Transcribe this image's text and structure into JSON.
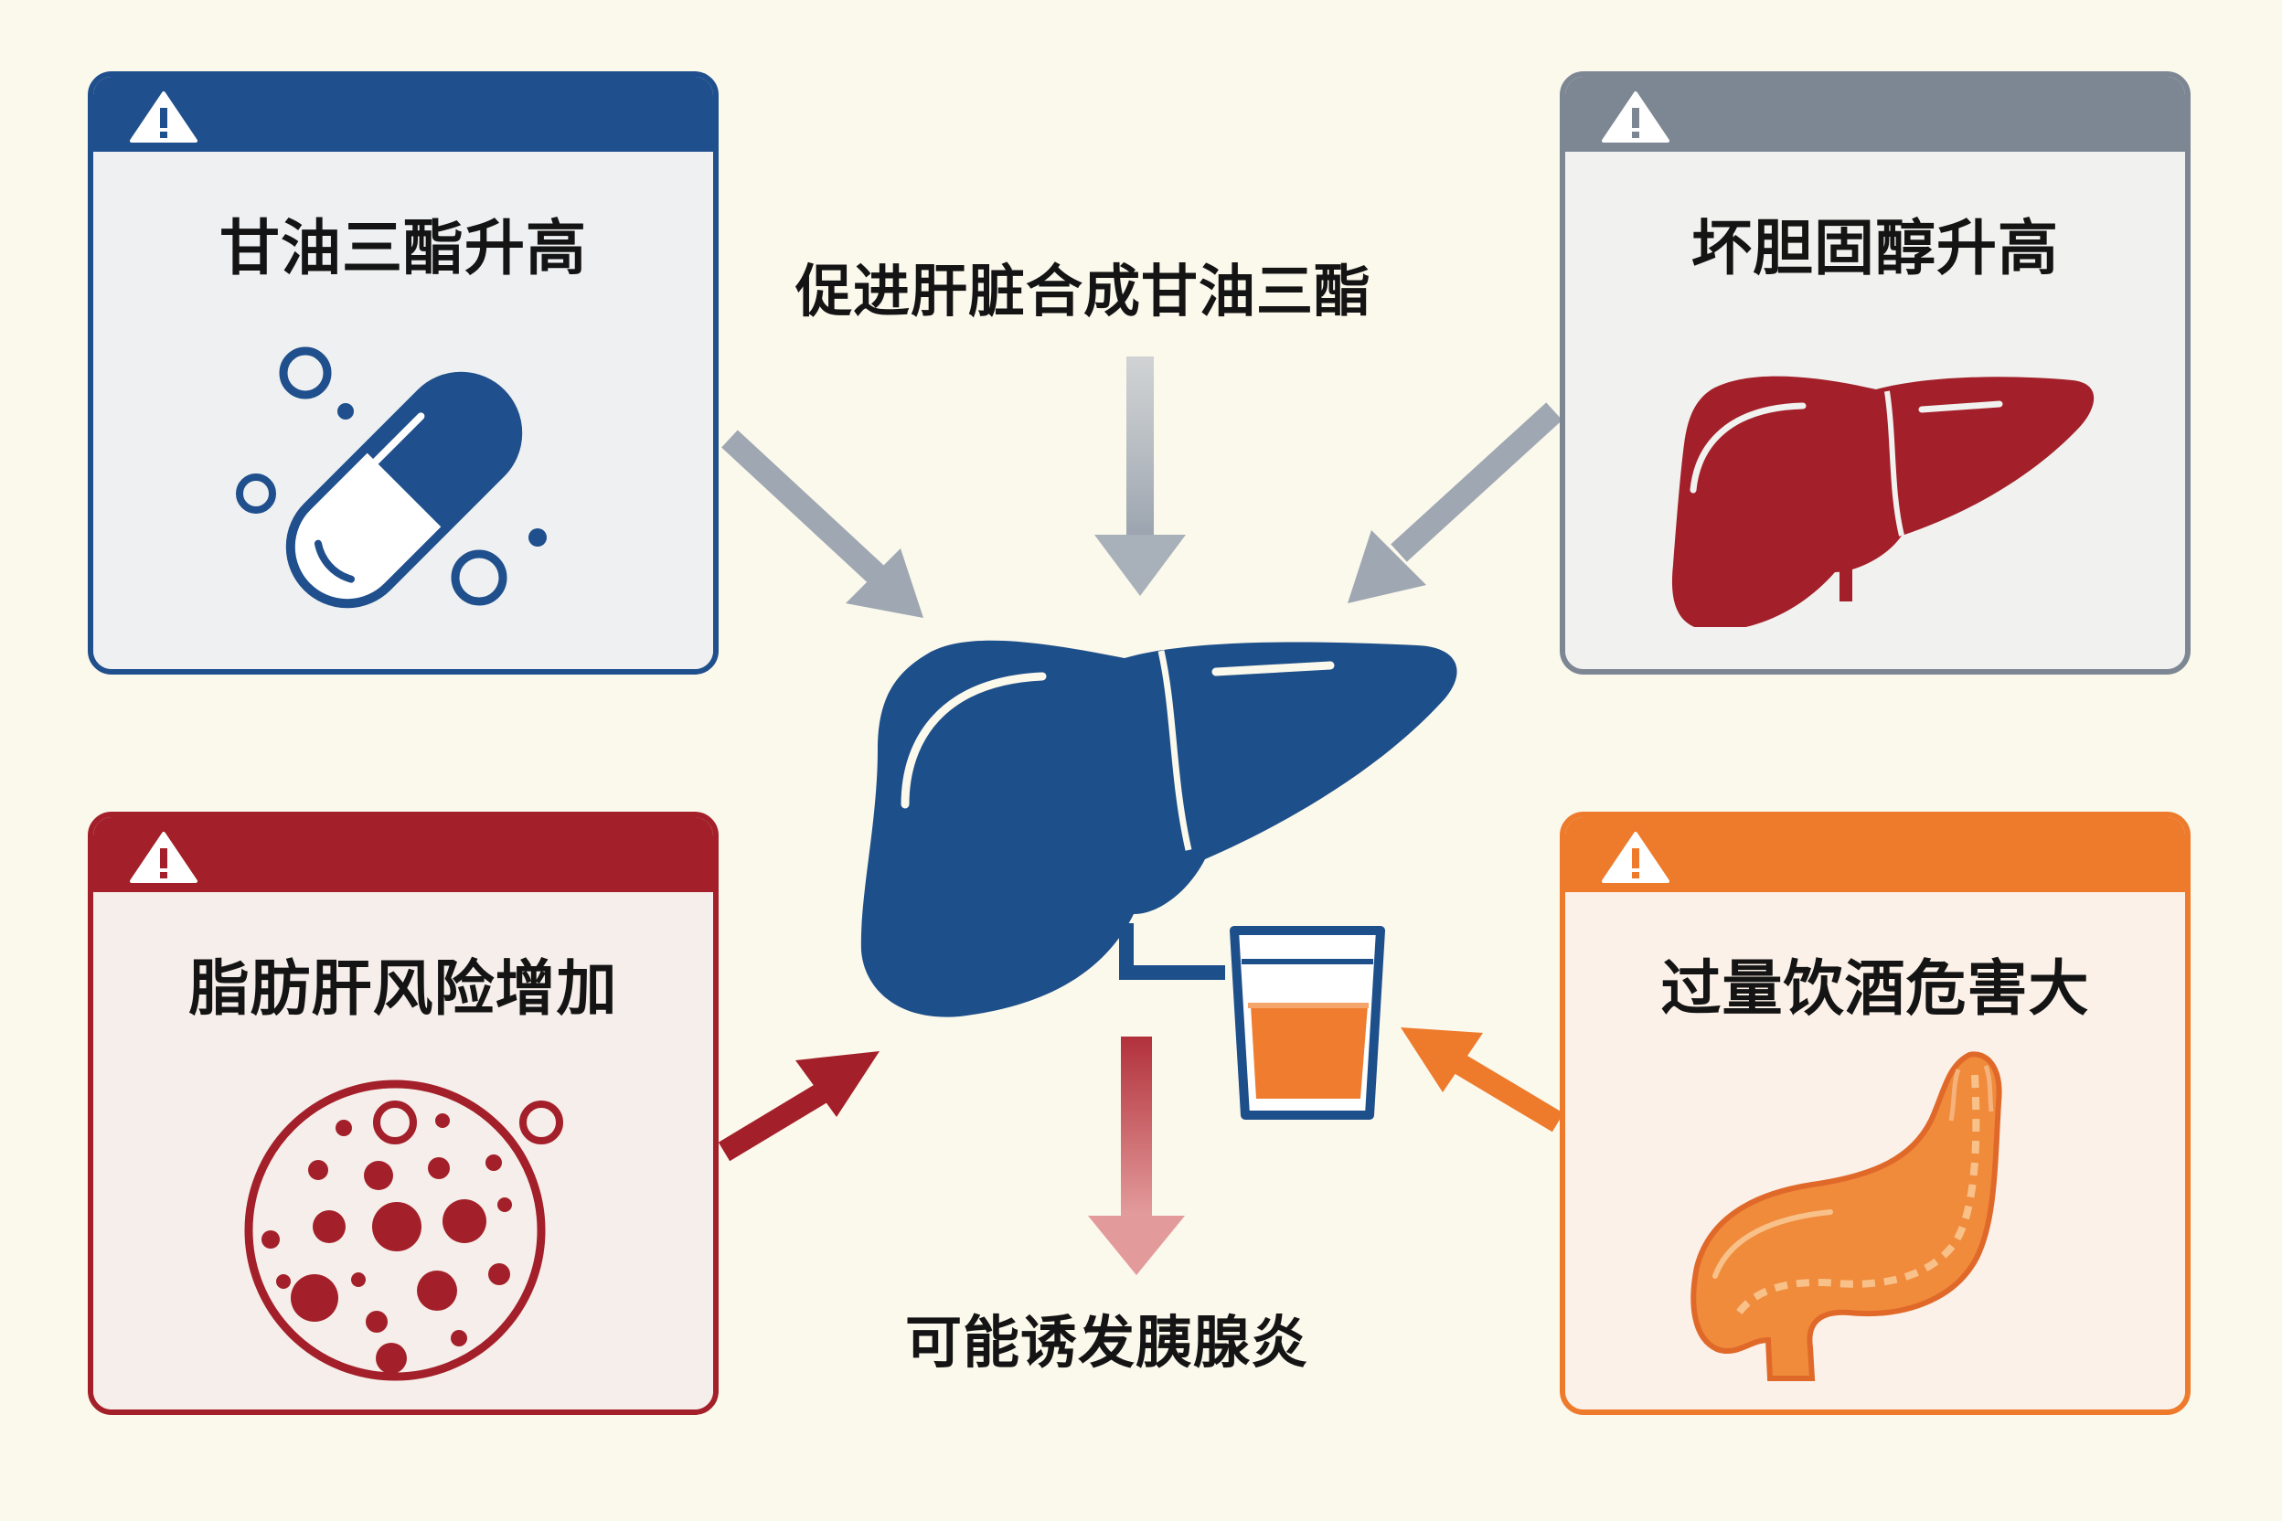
{
  "cards": {
    "top_left": {
      "title": "甘油三酯升高",
      "icon": "capsule-icon",
      "color": "#1f4f8c"
    },
    "top_right": {
      "title": "坏胆固醇升高",
      "icon": "liver-icon",
      "color": "#7d8794"
    },
    "bottom_left": {
      "title": "脂肪肝风险增加",
      "icon": "fatty-cell-icon",
      "color": "#a3202a"
    },
    "bottom_right": {
      "title": "过量饮酒危害大",
      "icon": "pancreas-icon",
      "color": "#ee7a2c"
    }
  },
  "center": {
    "top_label": "促进肝脏合成甘油三酯",
    "bottom_label": "可能诱发胰腺炎",
    "liver_icon": "liver-icon",
    "drink_icon": "glass-icon",
    "liver_color": "#1d4f8a"
  }
}
